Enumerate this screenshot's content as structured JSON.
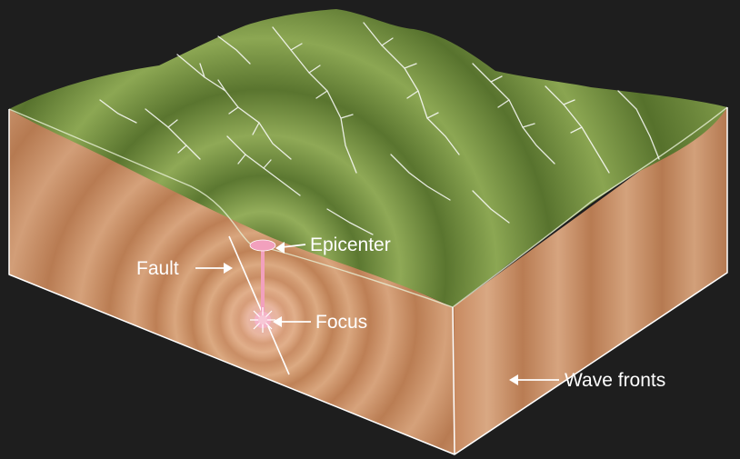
{
  "labels": {
    "epicenter": "Epicenter",
    "fault": "Fault",
    "focus": "Focus",
    "wave_fronts": "Wave fronts"
  },
  "colors": {
    "background": "#1e1e1e",
    "terrain_green": "#7f9a47",
    "terrain_dark": "#55702c",
    "rock_tan": "#d4a079",
    "rock_dark": "#b97e58",
    "focus_pink": "#f2a0bd",
    "stream_white": "#ffffff"
  }
}
